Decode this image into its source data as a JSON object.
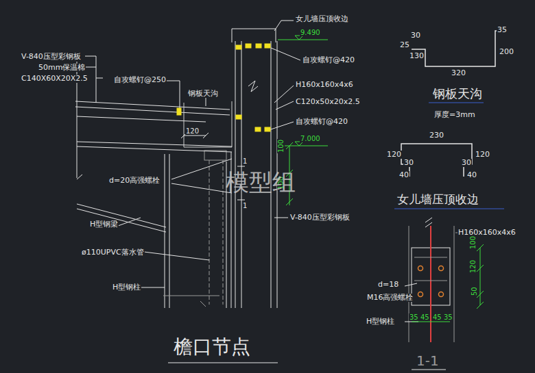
{
  "diagram": {
    "title": "檐口节点",
    "labels": [
      "女儿墙压顶收边",
      "9.490",
      "自攻螺钉@420",
      "V-840压型彩钢板",
      "50mm保温棉",
      "C140X60X20X2.5",
      "自攻螺钉@250",
      "钢板天沟",
      "H160x160x4x6",
      "C120x50x20x2.5",
      "自攻螺钉@420",
      "7.000",
      "120",
      "100",
      "100",
      "d=20高强螺栓",
      "模型组",
      "1",
      "1",
      "V-840压型彩钢板",
      "H型钢梁",
      "ø110UPVC落水管",
      "H型钢柱",
      "30",
      "35",
      "25",
      "130",
      "200",
      "320",
      "钢板天沟",
      "厚度=3mm",
      "230",
      "120",
      "120",
      "30",
      "30",
      "40",
      "40",
      "女儿墙压顶收边",
      "H160x160x4x6",
      "100",
      "120",
      "50",
      "d=18",
      "M16高强螺栓",
      "35",
      "45",
      "45",
      "35",
      "H型钢柱",
      "1-1"
    ]
  }
}
